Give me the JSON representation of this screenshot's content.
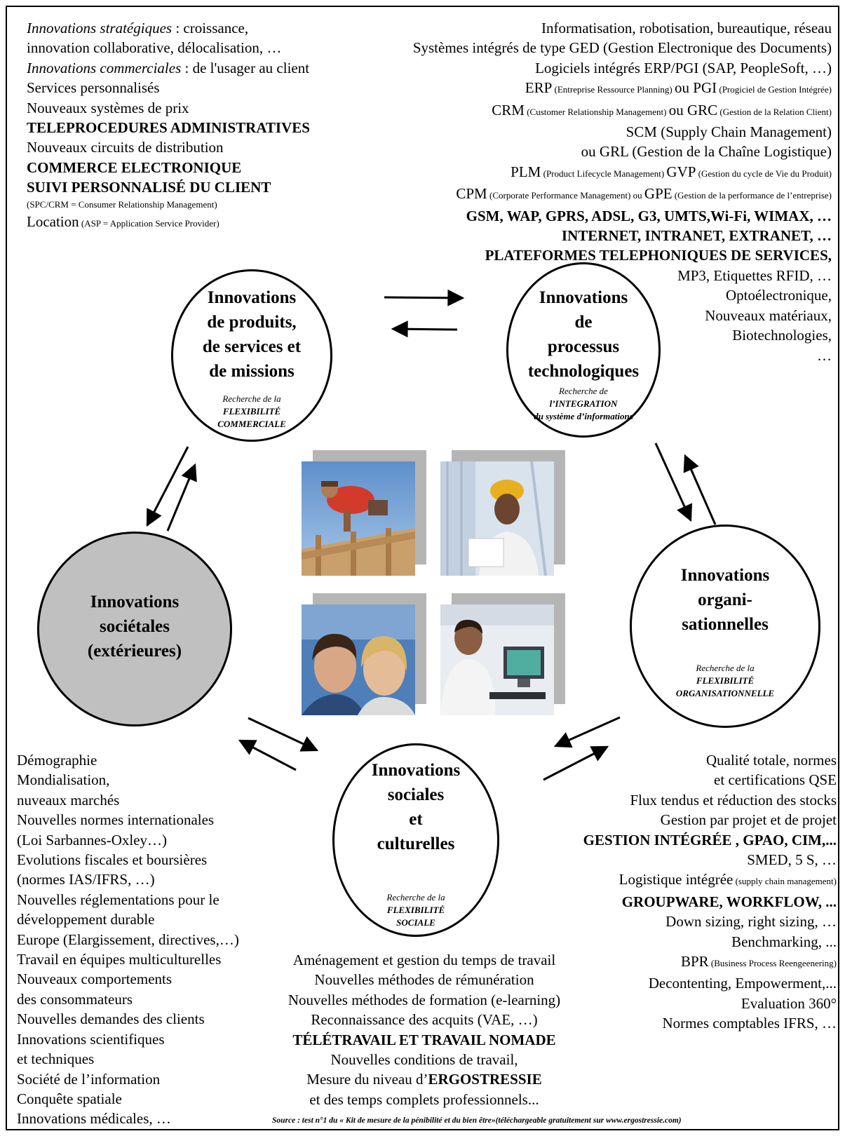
{
  "top_left": {
    "l1_it": "Innovations stratégiques",
    "l1_rest": " : croissance,",
    "l2": "innovation collaborative, délocalisation, …",
    "l3_it": "Innovations commerciales",
    "l3_rest": " : de l'usager au client",
    "l4": "Services personnalisés",
    "l5": "Nouveaux systèmes de prix",
    "l6": "TELEPROCEDURES ADMINISTRATIVES",
    "l7": "Nouveaux circuits de distribution",
    "l8": "COMMERCE ELECTRONIQUE",
    "l9": "SUIVI PERSONNALISÉ DU CLIENT",
    "l10": "(SPC/CRM = Consumer Relationship Management)",
    "l11a": "Location",
    "l11b": " (ASP = Application Service Provider)"
  },
  "top_right": {
    "l1": "Informatisation, robotisation, bureautique, réseau",
    "l2": "Systèmes intégrés de type GED (Gestion Electronique des Documents)",
    "l3": "Logiciels intégrés ERP/PGI (SAP, PeopleSoft, …)",
    "l4a": "ERP",
    "l4b": " (Entreprise Ressource Planning) ",
    "l4c": "ou PGI",
    "l4d": " (Progiciel de Gestion Intégrée)",
    "l5a": "CRM",
    "l5b": " (Customer Relationship Management) ",
    "l5c": "ou GRC",
    "l5d": " (Gestion de la Relation Client)",
    "l6": "SCM (Supply Chain Management)",
    "l7": "ou GRL (Gestion de la Chaîne Logistique)",
    "l8a": "PLM",
    "l8b": " (Product Lifecycle Management) ",
    "l8c": "GVP",
    "l8d": " (Gestion du cycle de Vie du Produit)",
    "l9a": "CPM",
    "l9b": " (Corporate Performance Management) ou ",
    "l9c": "GPE",
    "l9d": " (Gestion de la performance de l’entreprise)",
    "l10": "GSM, WAP, GPRS, ADSL, G3, UMTS,Wi-Fi, WIMAX, …",
    "l11": "INTERNET, INTRANET, EXTRANET, …",
    "l12": "PLATEFORMES TELEPHONIQUES DE SERVICES,",
    "l13": "MP3, Etiquettes RFID, …",
    "l14": "Optoélectronique,",
    "l15": "Nouveaux matériaux,",
    "l16": "Biotechnologies,",
    "l17": "…"
  },
  "circles": {
    "produits": {
      "t1": "Innovations",
      "t2": "de produits,",
      "t3": "de services et",
      "t4": "de missions",
      "s1": "Recherche de la",
      "s2": "FLEXIBILITÉ",
      "s3": "COMMERCIALE"
    },
    "processus": {
      "t1": "Innovations",
      "t2": "de",
      "t3": "processus",
      "t4": "technologiques",
      "s1": "Recherche de",
      "s2": "l’INTEGRATION",
      "s3": "du système d’informations"
    },
    "societales": {
      "t1": "Innovations",
      "t2": "sociétales",
      "t3": "(extérieures)"
    },
    "organisationnelles": {
      "t1": "Innovations",
      "t2": "organi-",
      "t3": "sationnelles",
      "s1": "Recherche de la",
      "s2": "FLEXIBILITÉ",
      "s3": "ORGANISATIONNELLE"
    },
    "sociales": {
      "t1": "Innovations",
      "t2": "sociales",
      "t3": "et",
      "t4": "culturelles",
      "s1": "Recherche de la",
      "s2": "FLEXIBILITÉ",
      "s3": "SOCIALE"
    }
  },
  "bottom_left": {
    "l1": "Démographie",
    "l2": "Mondialisation,",
    "l3": "nuveaux marchés",
    "l4": "Nouvelles normes internationales",
    "l5": "(Loi Sarbannes-Oxley…)",
    "l6": "Evolutions fiscales et boursières",
    "l7": "(normes IAS/IFRS, …)",
    "l8": "Nouvelles réglementations pour le",
    "l9": "développement durable",
    "l10": "Europe (Elargissement, directives,…)",
    "l11": "Travail en équipes multiculturelles",
    "l12": "Nouveaux comportements",
    "l13": "des consommateurs",
    "l14": "Nouvelles demandes des clients",
    "l15": "Innovations scientifiques",
    "l16": "et techniques",
    "l17": "Société de l’information",
    "l18": "Conquête spatiale",
    "l19": "Innovations médicales, …"
  },
  "bottom_center": {
    "l1": "Aménagement et gestion du temps de travail",
    "l2": "Nouvelles méthodes de rémunération",
    "l3": "Nouvelles méthodes de formation (e-learning)",
    "l4": "Reconnaissance des acquits (VAE, …)",
    "l5": "TÉLÉTRAVAIL ET TRAVAIL NOMADE",
    "l6": "Nouvelles conditions de travail,",
    "l7a": "Mesure du niveau d’",
    "l7b": "ERGOSTRESSIE",
    "l8": "et des temps complets professionnels..."
  },
  "bottom_right": {
    "l1": "Qualité totale, normes",
    "l2": "et certifications QSE",
    "l3": "Flux tendus et réduction des stocks",
    "l4": "Gestion par projet et de projet",
    "l5": "GESTION INTÉGRÉE , GPAO, CIM,...",
    "l6": "SMED, 5 S, …",
    "l7a": "Logistique intégrée",
    "l7b": " (supply chain management)",
    "l8": "GROUPWARE, WORKFLOW, ...",
    "l9": "Down sizing, right sizing, …",
    "l10": "Benchmarking, ...",
    "l11a": "BPR",
    "l11b": " (Business Process Reengeenering)",
    "l12": "Decontenting, Empowerment,...",
    "l13": "Evaluation 360°",
    "l14": "Normes comptables IFRS, …"
  },
  "source": "Source : test n°1 du « Kit de mesure de la pénibilité et du bien être»(téléchargeable gratuitement sur www.ergostressie.com)"
}
